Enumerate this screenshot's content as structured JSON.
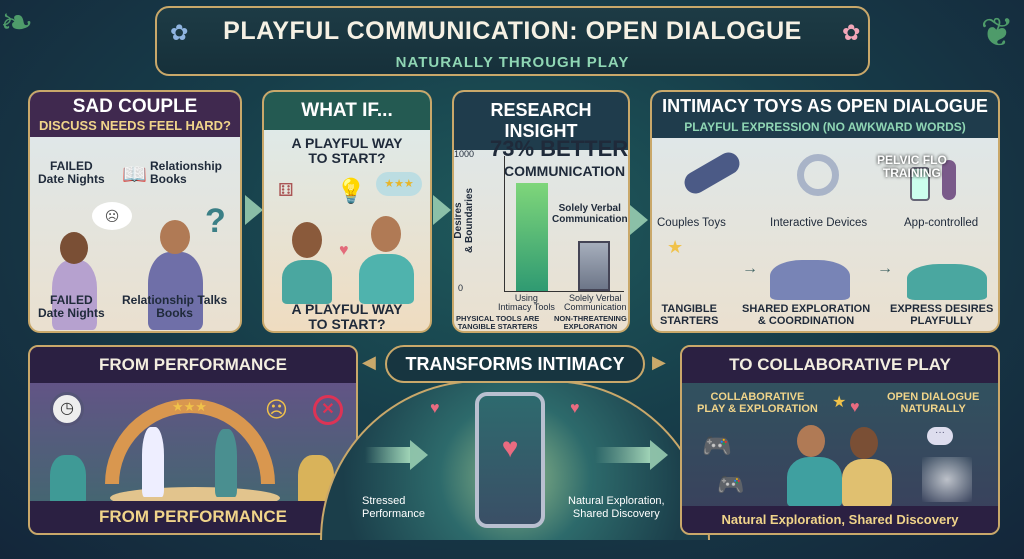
{
  "header": {
    "title": "PLAYFUL COMMUNICATION: OPEN DIALOGUE",
    "subtitle": "NATURALLY THROUGH PLAY"
  },
  "panel1": {
    "title": "SAD COUPLE",
    "subtitle": "DISCUSS NEEDS FEEL HARD?",
    "label_top_left": "FAILED\nDate Nights",
    "label_top_right": "Relationship\nBooks",
    "label_bottom_left": "FAILED\nDate Nights",
    "label_bottom_right": "Relationship Talks\nBooks"
  },
  "panel2": {
    "title": "WHAT IF...",
    "question_top": "A PLAYFUL WAY\nTO START?",
    "question_bottom": "A PLAYFUL WAY\nTO START?"
  },
  "panel3": {
    "title": "RESEARCH INSIGHT",
    "stat": "73% BETTER",
    "stat_line2": "COMMUNICATION",
    "y_axis_label": "Desires\n& Boundaries",
    "y_tick_max": "1000",
    "y_tick_min": "0",
    "bar_label_verbal": "Solely Verbal\nCommunication",
    "x_label_tools": "Using\nIntimacy Tools",
    "x_label_verbal": "Solely Verbal\nCommunication",
    "caption_tools": "PHYSICAL TOOLS ARE\nTANGIBLE STARTERS",
    "caption_verbal": "NON-THREATENING\nEXPLORATION",
    "bar_values": [
      800,
      370
    ],
    "colors": {
      "tools": "#4fb56c",
      "verbal": "#7d8799"
    }
  },
  "panel4": {
    "title": "INTIMACY TOYS AS OPEN DIALOGUE",
    "subtitle": "PLAYFUL EXPRESSION (NO AWKWARD WORDS)",
    "overlay_text": "PELVIC FLO\nTRAINING",
    "items": [
      "Couples Toys",
      "Interactive Devices",
      "App-controlled"
    ],
    "steps": [
      "TANGIBLE\nSTARTERS",
      "SHARED EXPLORATION\n& COORDINATION",
      "EXPRESS DESIRES\nPLAYFULLY"
    ]
  },
  "bottom_left": {
    "title": "FROM PERFORMANCE",
    "footer": "FROM PERFORMANCE"
  },
  "bottom_center": {
    "title": "TRANSFORMS INTIMACY",
    "left_label": "Stressed\nPerformance",
    "right_label": "Natural Exploration,\nShared Discovery"
  },
  "bottom_right": {
    "title": "TO COLLABORATIVE PLAY",
    "label_left": "COLLABORATIVE\nPLAY & EXPLORATION",
    "label_right": "OPEN DIALOGUE\nNATURALLY",
    "footer": "Natural Exploration, Shared Discovery"
  }
}
